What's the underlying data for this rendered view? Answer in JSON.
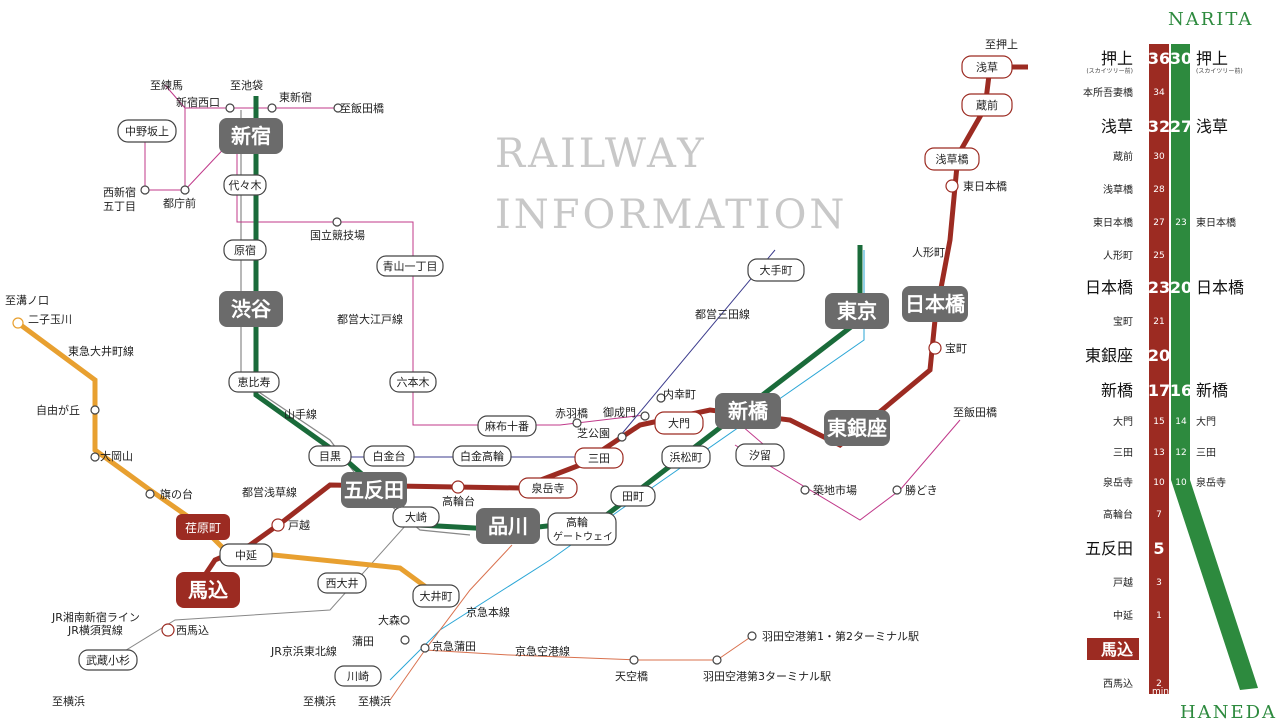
{
  "title": [
    "RAILWAY",
    "INFORMATION"
  ],
  "colors": {
    "asakusa": "#9c2b22",
    "ginza": "#1a6b3a",
    "yamanote_like": "#7a7a7a",
    "oimachi": "#e8a030",
    "mita": "#3b3b8c",
    "oedo": "#c0398a",
    "keikyu": "#d9714e",
    "keihin": "#2aa6d6",
    "gray": "#6b6b6b",
    "green_panel": "#2d8a3e",
    "red_panel": "#9c2b22"
  },
  "lines": {
    "yamanote": "山手線",
    "oedo": "都営大江戸線",
    "mita": "都営三田線",
    "asakusa_line": "都営浅草線",
    "oimachi": "東急大井町線",
    "shonan": "JR湘南新宿ライン",
    "yokosuka": "JR横須賀線",
    "keihin_tohoku": "JR京浜東北線",
    "keikyu_main": "京急本線",
    "keikyu_airport": "京急空港線"
  },
  "major_stations": {
    "shinjuku": "新宿",
    "shibuya": "渋谷",
    "gotanda": "五反田",
    "shinagawa": "品川",
    "shimbashi": "新橋",
    "tokyo": "東京",
    "nihombashi": "日本橋",
    "higashiginza": "東銀座",
    "magome": "馬込"
  },
  "stations": {
    "nerima": "至練馬",
    "ikebukuro": "至池袋",
    "shinjuku_nishiguchi": "新宿西口",
    "higashi_shinjuku": "東新宿",
    "to_iidabashi1": "至飯田橋",
    "nakano_sakaue": "中野坂上",
    "nishi_shinjuku_5": "西新宿\n五丁目",
    "tochomae": "都庁前",
    "yoyogi": "代々木",
    "kokuritsu": "国立競技場",
    "aoyama": "青山一丁目",
    "harajuku": "原宿",
    "ebisu": "恵比寿",
    "roppongi": "六本木",
    "azabu": "麻布十番",
    "akabanebashi": "赤羽橋",
    "meguro": "目黒",
    "shirokanedai": "白金台",
    "shirokane_takanawa": "白金高輪",
    "mita": "三田",
    "shibakoen": "芝公園",
    "onarimon": "御成門",
    "uchisaiwaicho": "内幸町",
    "otemachi": "大手町",
    "daimon": "大門",
    "hamamatsucho": "浜松町",
    "shiodome": "汐留",
    "tsukiji": "築地市場",
    "kachidoki": "勝どき",
    "to_iidabashi2": "至飯田橋",
    "takarecho": "宝町",
    "ningyocho": "人形町",
    "higashi_nihombashi": "東日本橋",
    "asakusabashi": "浅草橋",
    "kuramae": "蔵前",
    "asakusa": "浅草",
    "to_oshiage": "至押上",
    "sengakuji": "泉岳寺",
    "takanawadai": "高輪台",
    "tamachi": "田町",
    "takanawa_gw": "高輪\nゲートウェイ",
    "osaki": "大崎",
    "togoshi": "戸越",
    "nakanobu": "中延",
    "nishioi": "西大井",
    "oimachi": "大井町",
    "ebara": "荏原町",
    "hatanodai": "旗の台",
    "ookayama": "大岡山",
    "jiyugaoka": "自由が丘",
    "futako": "二子玉川",
    "to_mizonokuchi": "至溝ノ口",
    "nishimagome": "西馬込",
    "musashikosugi": "武蔵小杉",
    "omori": "大森",
    "kamata": "蒲田",
    "keikyu_kamata": "京急蒲田",
    "kawasaki": "川崎",
    "tenkubashi": "天空橋",
    "haneda3": "羽田空港第3ターミナル駅",
    "haneda12": "羽田空港第1・第2ターミナル駅",
    "to_yokohama1": "至横浜",
    "to_yokohama2": "至横浜",
    "to_yokohama3": "至横浜"
  },
  "panel": {
    "narita": "NARITA",
    "haneda": "HANEDA",
    "min": "min",
    "left": [
      {
        "label": "押上",
        "sub": "(スカイツリー前)",
        "num": "36",
        "big": true
      },
      {
        "label": "本所吾妻橋",
        "num": "34",
        "big": false
      },
      {
        "label": "浅草",
        "num": "32",
        "big": true
      },
      {
        "label": "蔵前",
        "num": "30",
        "big": false
      },
      {
        "label": "浅草橋",
        "num": "28",
        "big": false
      },
      {
        "label": "東日本橋",
        "num": "27",
        "big": false
      },
      {
        "label": "人形町",
        "num": "25",
        "big": false
      },
      {
        "label": "日本橋",
        "num": "23",
        "big": true
      },
      {
        "label": "宝町",
        "num": "21",
        "big": false
      },
      {
        "label": "東銀座",
        "num": "20",
        "big": true
      },
      {
        "label": "新橋",
        "num": "17",
        "big": true
      },
      {
        "label": "大門",
        "num": "15",
        "big": false
      },
      {
        "label": "三田",
        "num": "13",
        "big": false
      },
      {
        "label": "泉岳寺",
        "num": "10",
        "big": false
      },
      {
        "label": "高輪台",
        "num": "7",
        "big": false
      },
      {
        "label": "五反田",
        "num": "5",
        "big": true
      },
      {
        "label": "戸越",
        "num": "3",
        "big": false
      },
      {
        "label": "中延",
        "num": "1",
        "big": false
      },
      {
        "label": "馬込",
        "num": "",
        "big": true,
        "highlight": true
      },
      {
        "label": "西馬込",
        "num": "2",
        "big": false
      }
    ],
    "right": [
      {
        "label": "押上",
        "sub": "(スカイツリー前)",
        "num": "30",
        "big": true
      },
      {
        "label": "浅草",
        "num": "27",
        "big": true
      },
      {
        "label": "東日本橋",
        "num": "23",
        "big": false
      },
      {
        "label": "日本橋",
        "num": "20",
        "big": true
      },
      {
        "label": "新橋",
        "num": "16",
        "big": true
      },
      {
        "label": "大門",
        "num": "14",
        "big": false
      },
      {
        "label": "三田",
        "num": "12",
        "big": false
      },
      {
        "label": "泉岳寺",
        "num": "10",
        "big": false
      }
    ]
  }
}
